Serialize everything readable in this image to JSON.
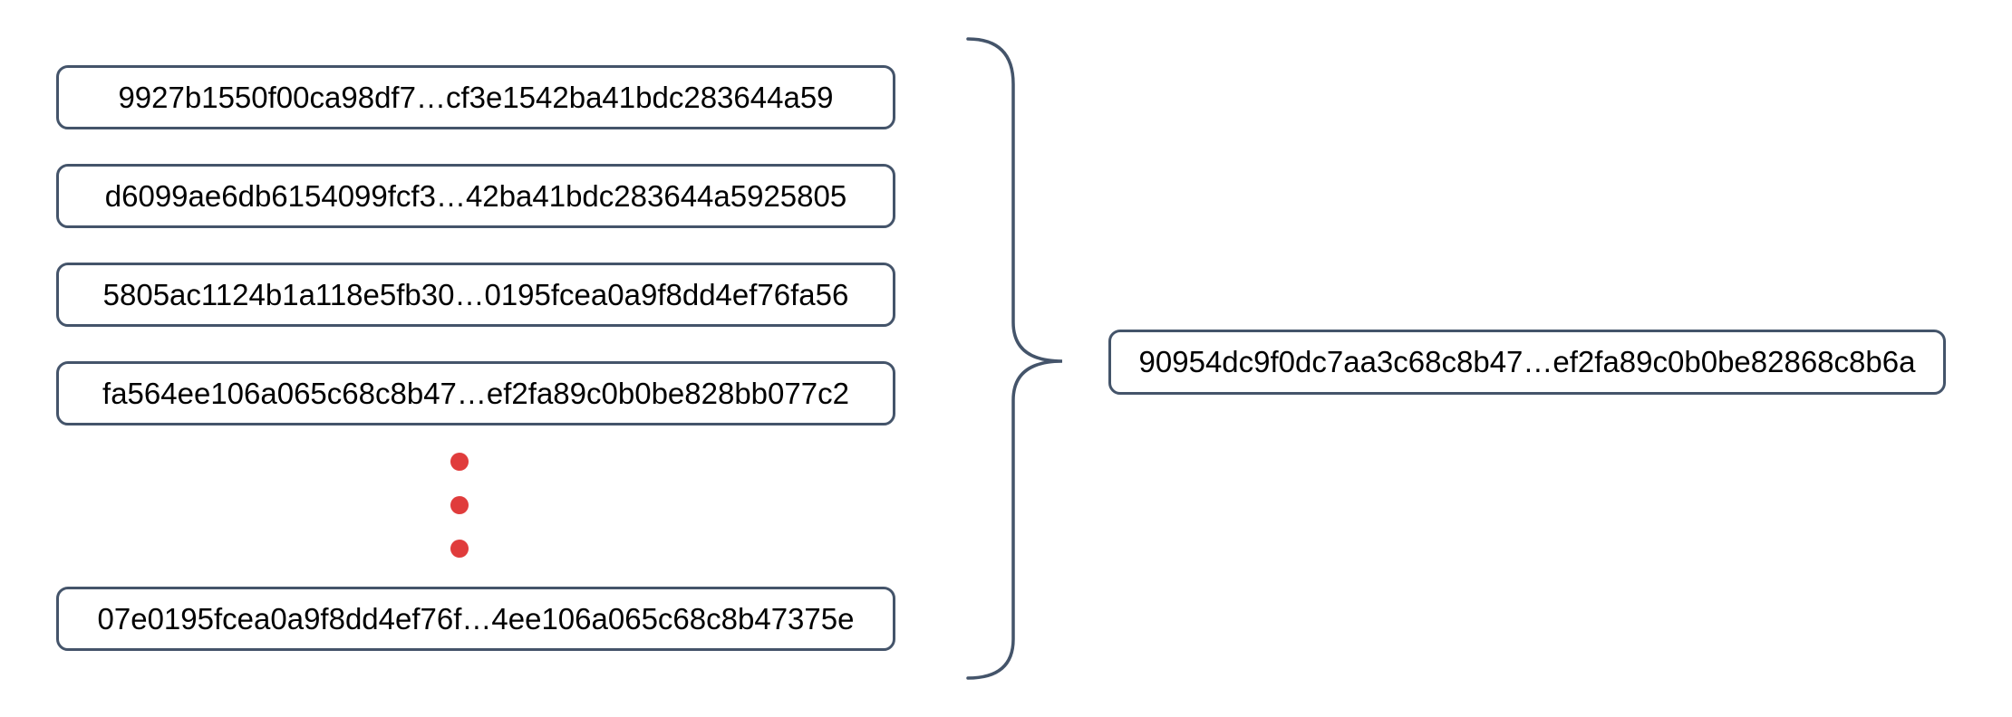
{
  "colors": {
    "background": "#ffffff",
    "box_border": "#44546a",
    "brace": "#44546a",
    "text": "#000000",
    "dot_red": "#e03c3c"
  },
  "left_column": {
    "hashes": [
      "9927b1550f00ca98df7…cf3e1542ba41bdc283644a59",
      "d6099ae6db6154099fcf3…42ba41bdc283644a5925805",
      "5805ac1124b1a118e5fb30…0195fcea0a9f8dd4ef76fa56",
      "fa564ee106a065c68c8b47…ef2fa89c0b0be828bb077c2",
      "07e0195fcea0a9f8dd4ef76f…4ee106a065c68c8b47375e"
    ]
  },
  "ellipsis": {
    "dot_count": 3
  },
  "result": {
    "hash": "90954dc9f0dc7aa3c68c8b47…ef2fa89c0b0be82868c8b6a"
  }
}
